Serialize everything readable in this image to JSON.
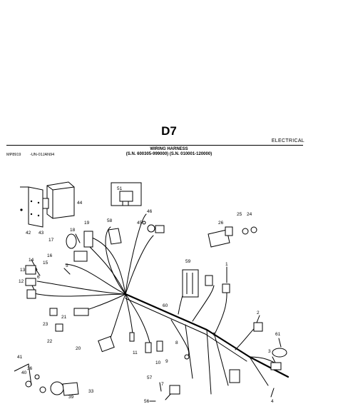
{
  "page": {
    "title": "D7",
    "section": "ELECTRICAL",
    "diagram_title": "WIRING HARNESS",
    "serial_range": "(S.N. 600305-999000) (S.N. 010001-120000)",
    "reference_code": "MP8919",
    "revision": "-UN-01JAN94"
  },
  "callouts": [
    "1",
    "2",
    "3",
    "4",
    "5",
    "6",
    "7",
    "8",
    "9",
    "10",
    "11",
    "12",
    "13",
    "14",
    "15",
    "16",
    "17",
    "18",
    "19",
    "20",
    "21",
    "22",
    "23",
    "24",
    "25",
    "26",
    "33",
    "36",
    "39",
    "40",
    "41",
    "42",
    "43",
    "44",
    "45",
    "46",
    "51",
    "56",
    "57",
    "58",
    "59",
    "60",
    "61"
  ]
}
